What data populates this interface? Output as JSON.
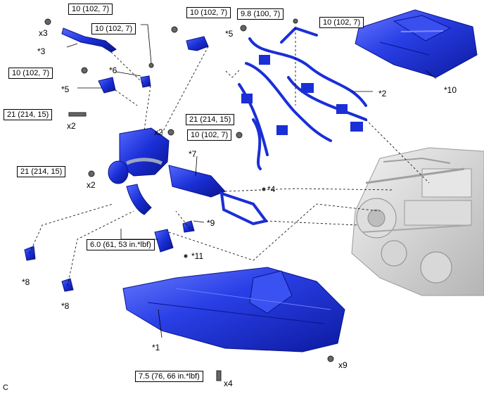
{
  "torque_labels": [
    {
      "id": "t1",
      "text": "10 (102, 7)"
    },
    {
      "id": "t2",
      "text": "10 (102, 7)"
    },
    {
      "id": "t3",
      "text": "10 (102, 7)"
    },
    {
      "id": "t4",
      "text": "9.8 (100, 7)"
    },
    {
      "id": "t5",
      "text": "10 (102, 7)"
    },
    {
      "id": "t6",
      "text": "10 (102, 7)"
    },
    {
      "id": "t7",
      "text": "21 (214, 15)"
    },
    {
      "id": "t8",
      "text": "21 (214, 15)"
    },
    {
      "id": "t9",
      "text": "10 (102, 7)"
    },
    {
      "id": "t10",
      "text": "21 (214, 15)"
    },
    {
      "id": "t11",
      "text": "6.0 (61, 53 in.*lbf)"
    },
    {
      "id": "t12",
      "text": "7.5 (76, 66 in.*lbf)"
    }
  ],
  "callouts": [
    {
      "id": "c3",
      "text": "*3"
    },
    {
      "id": "c5a",
      "text": "*5"
    },
    {
      "id": "c6",
      "text": "*6"
    },
    {
      "id": "c5b",
      "text": "*5"
    },
    {
      "id": "c2",
      "text": "*2"
    },
    {
      "id": "c10",
      "text": "*10"
    },
    {
      "id": "c7",
      "text": "*7"
    },
    {
      "id": "c4",
      "text": "*4"
    },
    {
      "id": "c9",
      "text": "*9"
    },
    {
      "id": "c11",
      "text": "*11"
    },
    {
      "id": "c8a",
      "text": "*8"
    },
    {
      "id": "c8b",
      "text": "*8"
    },
    {
      "id": "c1",
      "text": "*1"
    }
  ],
  "quantities": [
    {
      "id": "q1",
      "text": "x3"
    },
    {
      "id": "q2",
      "text": "x2"
    },
    {
      "id": "q3",
      "text": "x2"
    },
    {
      "id": "q4",
      "text": "x2"
    },
    {
      "id": "q5",
      "text": "x9"
    },
    {
      "id": "q6",
      "text": "x4"
    }
  ],
  "corner_mark": "C",
  "colors": {
    "part_blue": "#1a2fd6",
    "part_dark": "#0a148c",
    "part_light": "#5468ff",
    "engine_gray": "#c8c8c8",
    "line": "#000000"
  }
}
